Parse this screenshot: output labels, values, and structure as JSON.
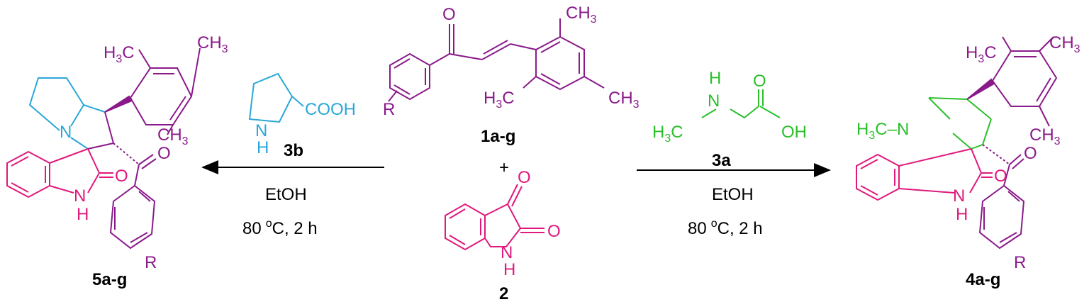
{
  "colors": {
    "purple": "#8a1a8a",
    "magenta": "#e0197d",
    "cyan": "#2aa8d8",
    "green": "#2bbf2b",
    "black": "#000000"
  },
  "compound_1": {
    "label": "1a-g",
    "o": "O",
    "r": "R",
    "ch3_top": "CH",
    "ch3_right": "CH",
    "h3c_left": "H",
    "sub3": "3",
    "c": "C"
  },
  "plus": "+",
  "compound_2": {
    "label": "2",
    "o1": "O",
    "o2": "O",
    "n": "N",
    "h": "H"
  },
  "reagent_3a": {
    "label": "3a",
    "h": "H",
    "n": "N",
    "o": "O",
    "oh": "OH",
    "h3c": "H",
    "sub3": "3",
    "c": "C"
  },
  "reagent_3b": {
    "label": "3b",
    "cooh": "COOH",
    "n": "N",
    "h": "H"
  },
  "conditions_left": {
    "solvent": "EtOH",
    "temp_value": "80",
    "temp_unit_sup": "o",
    "temp_rest": "C, 2 h"
  },
  "conditions_right": {
    "solvent": "EtOH",
    "temp_value": "80",
    "temp_unit_sup": "o",
    "temp_rest": "C, 2 h"
  },
  "product_5": {
    "label": "5a-g",
    "n": "N",
    "nh_n": "N",
    "nh_h": "H",
    "o_amide": "O",
    "o_ketone": "O",
    "r": "R",
    "h3c": "H",
    "ch3_top": "CH",
    "ch3_bottom": "CH",
    "sub3": "3",
    "c": "C"
  },
  "product_4": {
    "label": "4a-g",
    "n": "N",
    "nh_n": "N",
    "nh_h": "H",
    "o_amide": "O",
    "o_ketone": "O",
    "r": "R",
    "h3c_methyl": "H",
    "h3c_aryl": "H",
    "ch3_top": "CH",
    "ch3_bottom": "CH",
    "sub3": "3",
    "c": "C",
    "dash": "–"
  }
}
